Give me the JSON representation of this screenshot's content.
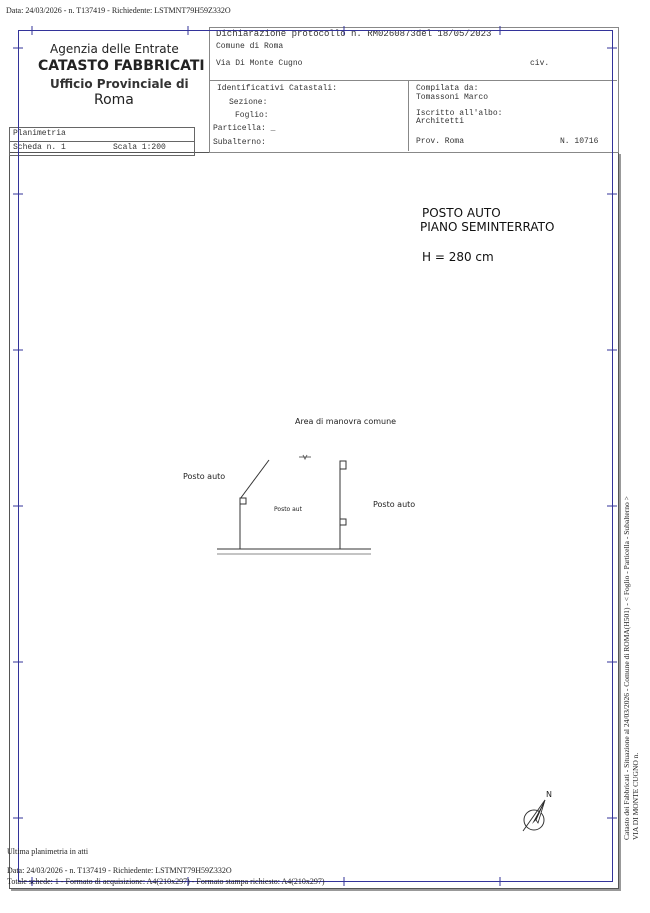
{
  "top_stamp": "Data: 24/03/2026 - n. T137419 - Richiedente: LSTMNT79H59Z332O",
  "header": {
    "agency": "Agenzia delle Entrate",
    "catasto": "CATASTO FABBRICATI",
    "office": "Ufficio Provinciale di",
    "city": "Roma",
    "dichiarazione": "Dichiarazione protocollo n. RM0260873del   18/05/2023",
    "comune": "Comune di Roma",
    "via": "Via Di Monte Cugno",
    "civ": "civ.",
    "identificativi": "Identificativi Catastali:",
    "sezione": "Sezione:",
    "foglio": "Foglio:",
    "particella": "Particella: _",
    "subalterno": "Subalterno:",
    "compilata_label": "Compilata da:",
    "compilata_name": "Tomassoni Marco",
    "albo_label": "Iscritto all'albo:",
    "albo_value": "Architetti",
    "prov": "Prov. Roma",
    "numero": "N. 10716",
    "planimetria": "Planimetria",
    "scheda": "Scheda n. 1",
    "scala": "Scala 1:200"
  },
  "drawing": {
    "title1": "POSTO AUTO",
    "title2": "PIANO SEMINTERRATO",
    "height": "H = 280 cm",
    "area": "Area di manovra comune",
    "posto_left": "Posto auto",
    "posto_center": "Posto aut",
    "posto_right": "Posto auto",
    "north": "N"
  },
  "side_text": {
    "line1": "Catasto dei Fabbricati - Situazione al 24/03/2026 - Comune di ROMA(H501) - < Foglio     - Particella     - Subalterno   >",
    "line2": "VIA DI MONTE CUGNO n."
  },
  "footer": {
    "ultima": "Ultima planimetria in atti",
    "stamp": "Data: 24/03/2026 - n. T137419 - Richiedente: LSTMNT79H59Z332O",
    "totale": "Totale schede: 1 - Formato di acquisizione: A4(210x297)  - Formato stampa richiesto: A4(210x297)"
  }
}
